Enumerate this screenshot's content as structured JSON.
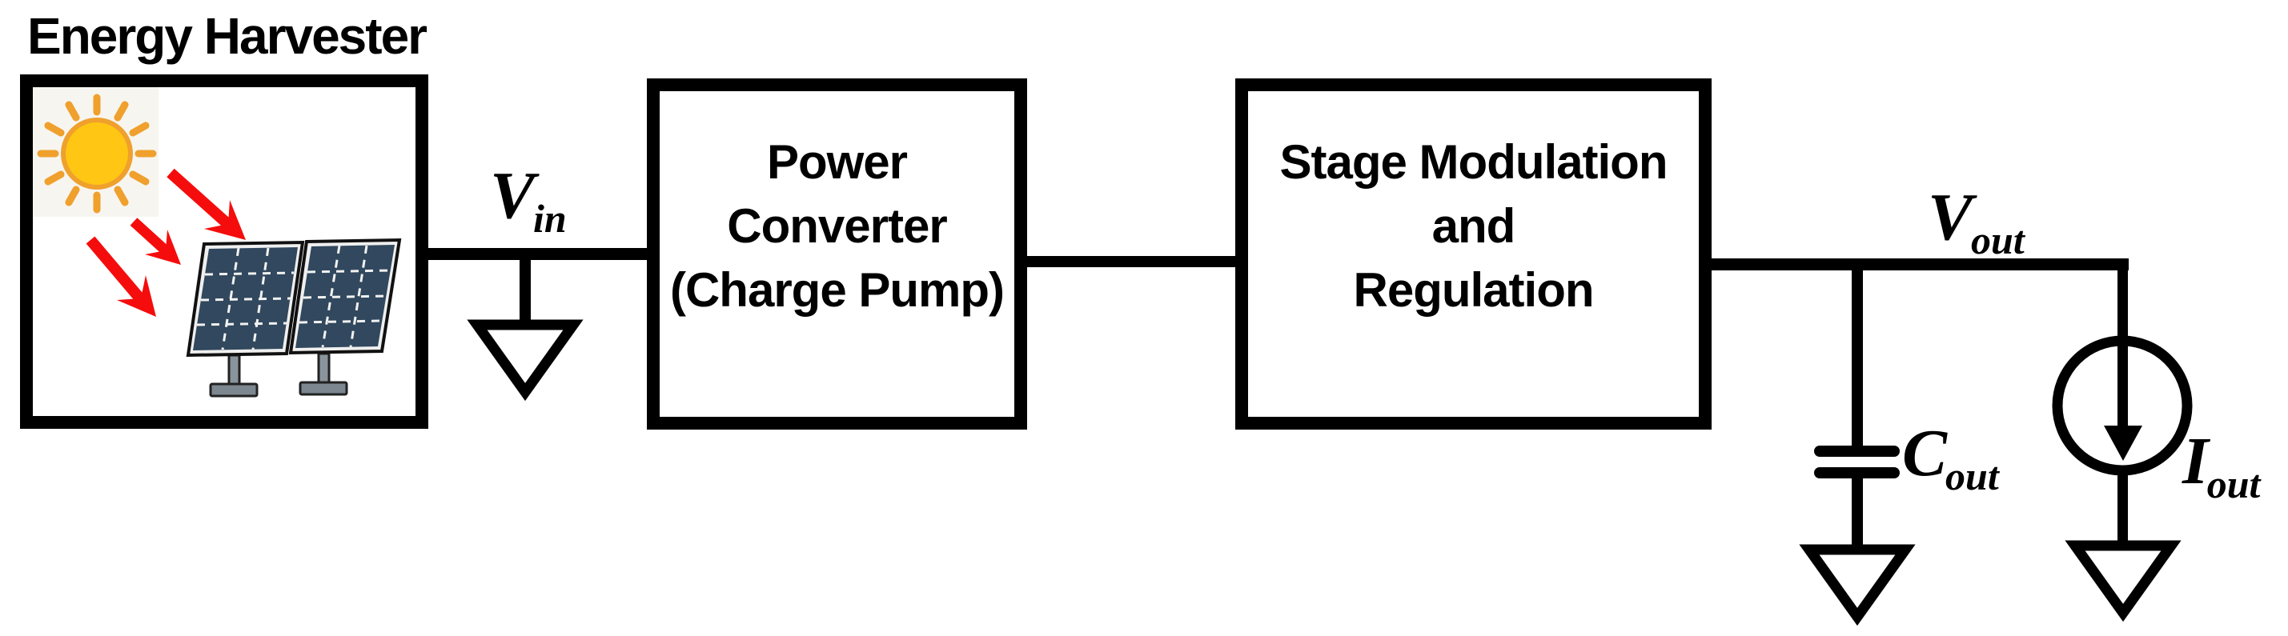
{
  "title": "Energy Harvester",
  "blocks": {
    "power_converter": {
      "lines": [
        "Power",
        "Converter",
        "(Charge Pump)"
      ]
    },
    "stage_modulation": {
      "lines": [
        "Stage Modulation",
        "and",
        "Regulation"
      ]
    }
  },
  "labels": {
    "v_in": {
      "symbol": "V",
      "subscript": "in"
    },
    "v_out": {
      "symbol": "V",
      "subscript": "out"
    },
    "c_out": {
      "symbol": "C",
      "subscript": "out"
    },
    "i_out": {
      "symbol": "I",
      "subscript": "out"
    }
  },
  "icons": {
    "sun": "sun-icon",
    "sun_rays": "sunlight-arrows",
    "solar_panels": "solar-panel-array",
    "grounds": "ground-symbol",
    "capacitor": "output-capacitor",
    "current_source": "output-current-source"
  },
  "colors": {
    "line_black": "#000000",
    "sun_fill": "#FFC613",
    "sun_outline": "#EFA02D",
    "sun_tile_bg": "#F7F5EF",
    "sunlight_arrow_red": "#F50D0D",
    "panel_cell_blue": "#31485E",
    "panel_frame": "#EFEFEF",
    "stand_gray": "#8A949C"
  }
}
